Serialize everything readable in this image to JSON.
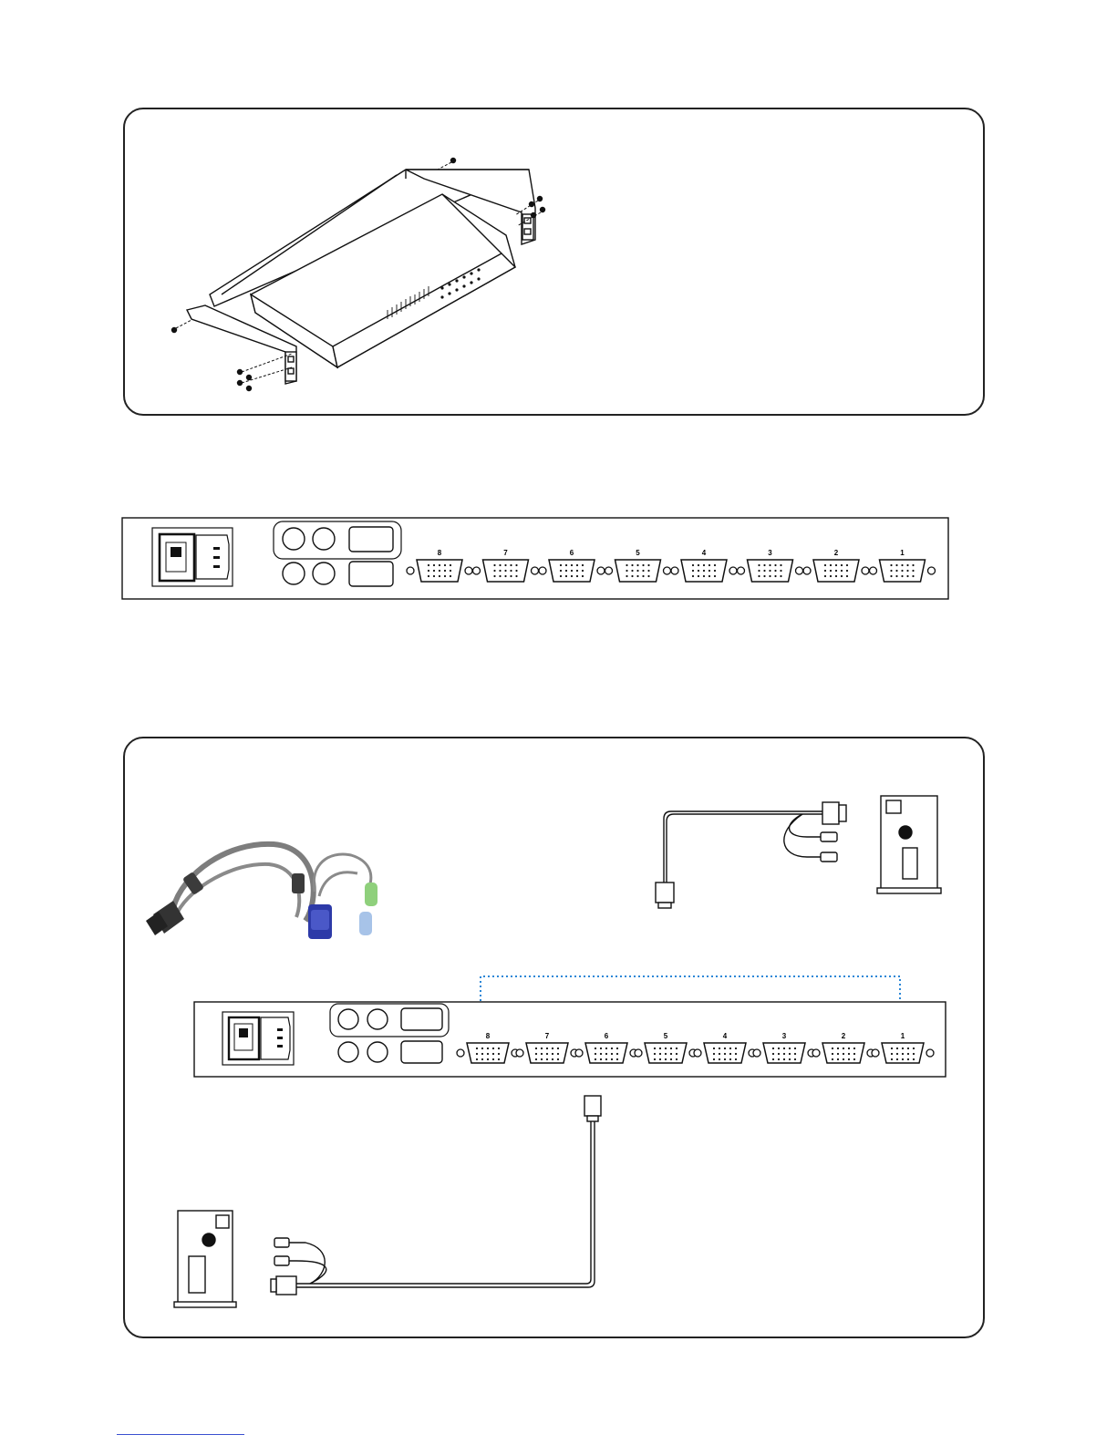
{
  "panel_top": {
    "title": "rack mount bracket installation"
  },
  "rear_panel": {
    "port_labels": [
      "8",
      "7",
      "6",
      "5",
      "4",
      "3",
      "2",
      "1"
    ]
  },
  "panel_bottom": {
    "port_labels": [
      "8",
      "7",
      "6",
      "5",
      "4",
      "3",
      "2",
      "1"
    ]
  },
  "colors": {
    "line": "#111111",
    "vga_connector": "#2d3aa8",
    "ps2_keyboard": "#a7c3e8",
    "ps2_mouse": "#8fd07c",
    "cable_gray": "#7d7d7d",
    "highlight_dotted": "#2a86d6",
    "footer_link": "#3a4fd0"
  }
}
